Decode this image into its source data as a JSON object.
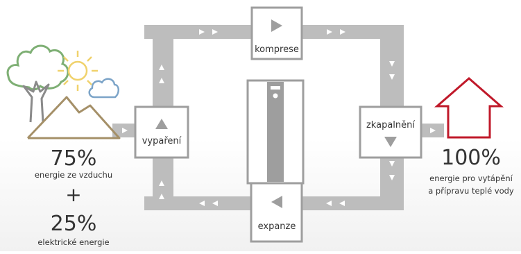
{
  "stages": {
    "compression": "komprese",
    "evaporation": "vypaření",
    "condensation": "zkapalnění",
    "expansion": "expanze"
  },
  "input": {
    "air_percent": "75%",
    "air_label": "energie ze vzduchu",
    "plus": "+",
    "electric_percent": "25%",
    "electric_label": "elektrické energie"
  },
  "output": {
    "percent": "100%",
    "label_line1": "energie pro vytápění",
    "label_line2": "a přípravu teplé vody"
  },
  "colors": {
    "pipe": "#bdbdbd",
    "box_border": "#9e9e9e",
    "box_fill": "#ffffff",
    "arrow": "#ffffff",
    "symbol": "#9e9e9e",
    "tree": "#7eaf74",
    "trunk": "#8a8a8a",
    "sun": "#f0d26c",
    "cloud": "#7ca4c8",
    "mountains": "#a59068",
    "house": "#c0192a",
    "text": "#333333"
  },
  "icons": [
    "tree-icon",
    "sun-icon",
    "cloud-icon",
    "mountains-icon",
    "heat-pump-icon",
    "house-icon"
  ]
}
